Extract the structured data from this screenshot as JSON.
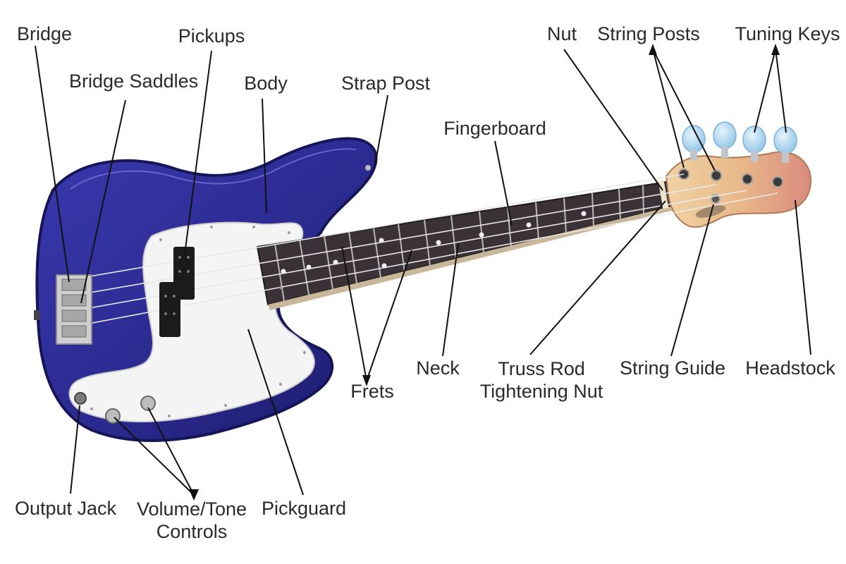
{
  "diagram": {
    "labels": {
      "bridge": "Bridge",
      "bridge_saddles": "Bridge Saddles",
      "pickups": "Pickups",
      "body": "Body",
      "strap_post": "Strap Post",
      "fingerboard": "Fingerboard",
      "nut": "Nut",
      "string_posts": "String Posts",
      "tuning_keys": "Tuning Keys",
      "frets": "Frets",
      "neck": "Neck",
      "truss_rod_line1": "Truss Rod",
      "truss_rod_line2": "Tightening Nut",
      "string_guide": "String Guide",
      "headstock": "Headstock",
      "output_jack": "Output Jack",
      "volume_tone_line1": "Volume/Tone",
      "volume_tone_line2": "Controls",
      "pickguard": "Pickguard"
    },
    "colors": {
      "body": "#2b2a8f",
      "body_edge": "#16155a",
      "pickguard": "#f4f4f4",
      "fingerboard": "#3a3236",
      "headstock": "#e8b98a",
      "tuner": "#a9d3ee",
      "leader": "#111111"
    }
  }
}
